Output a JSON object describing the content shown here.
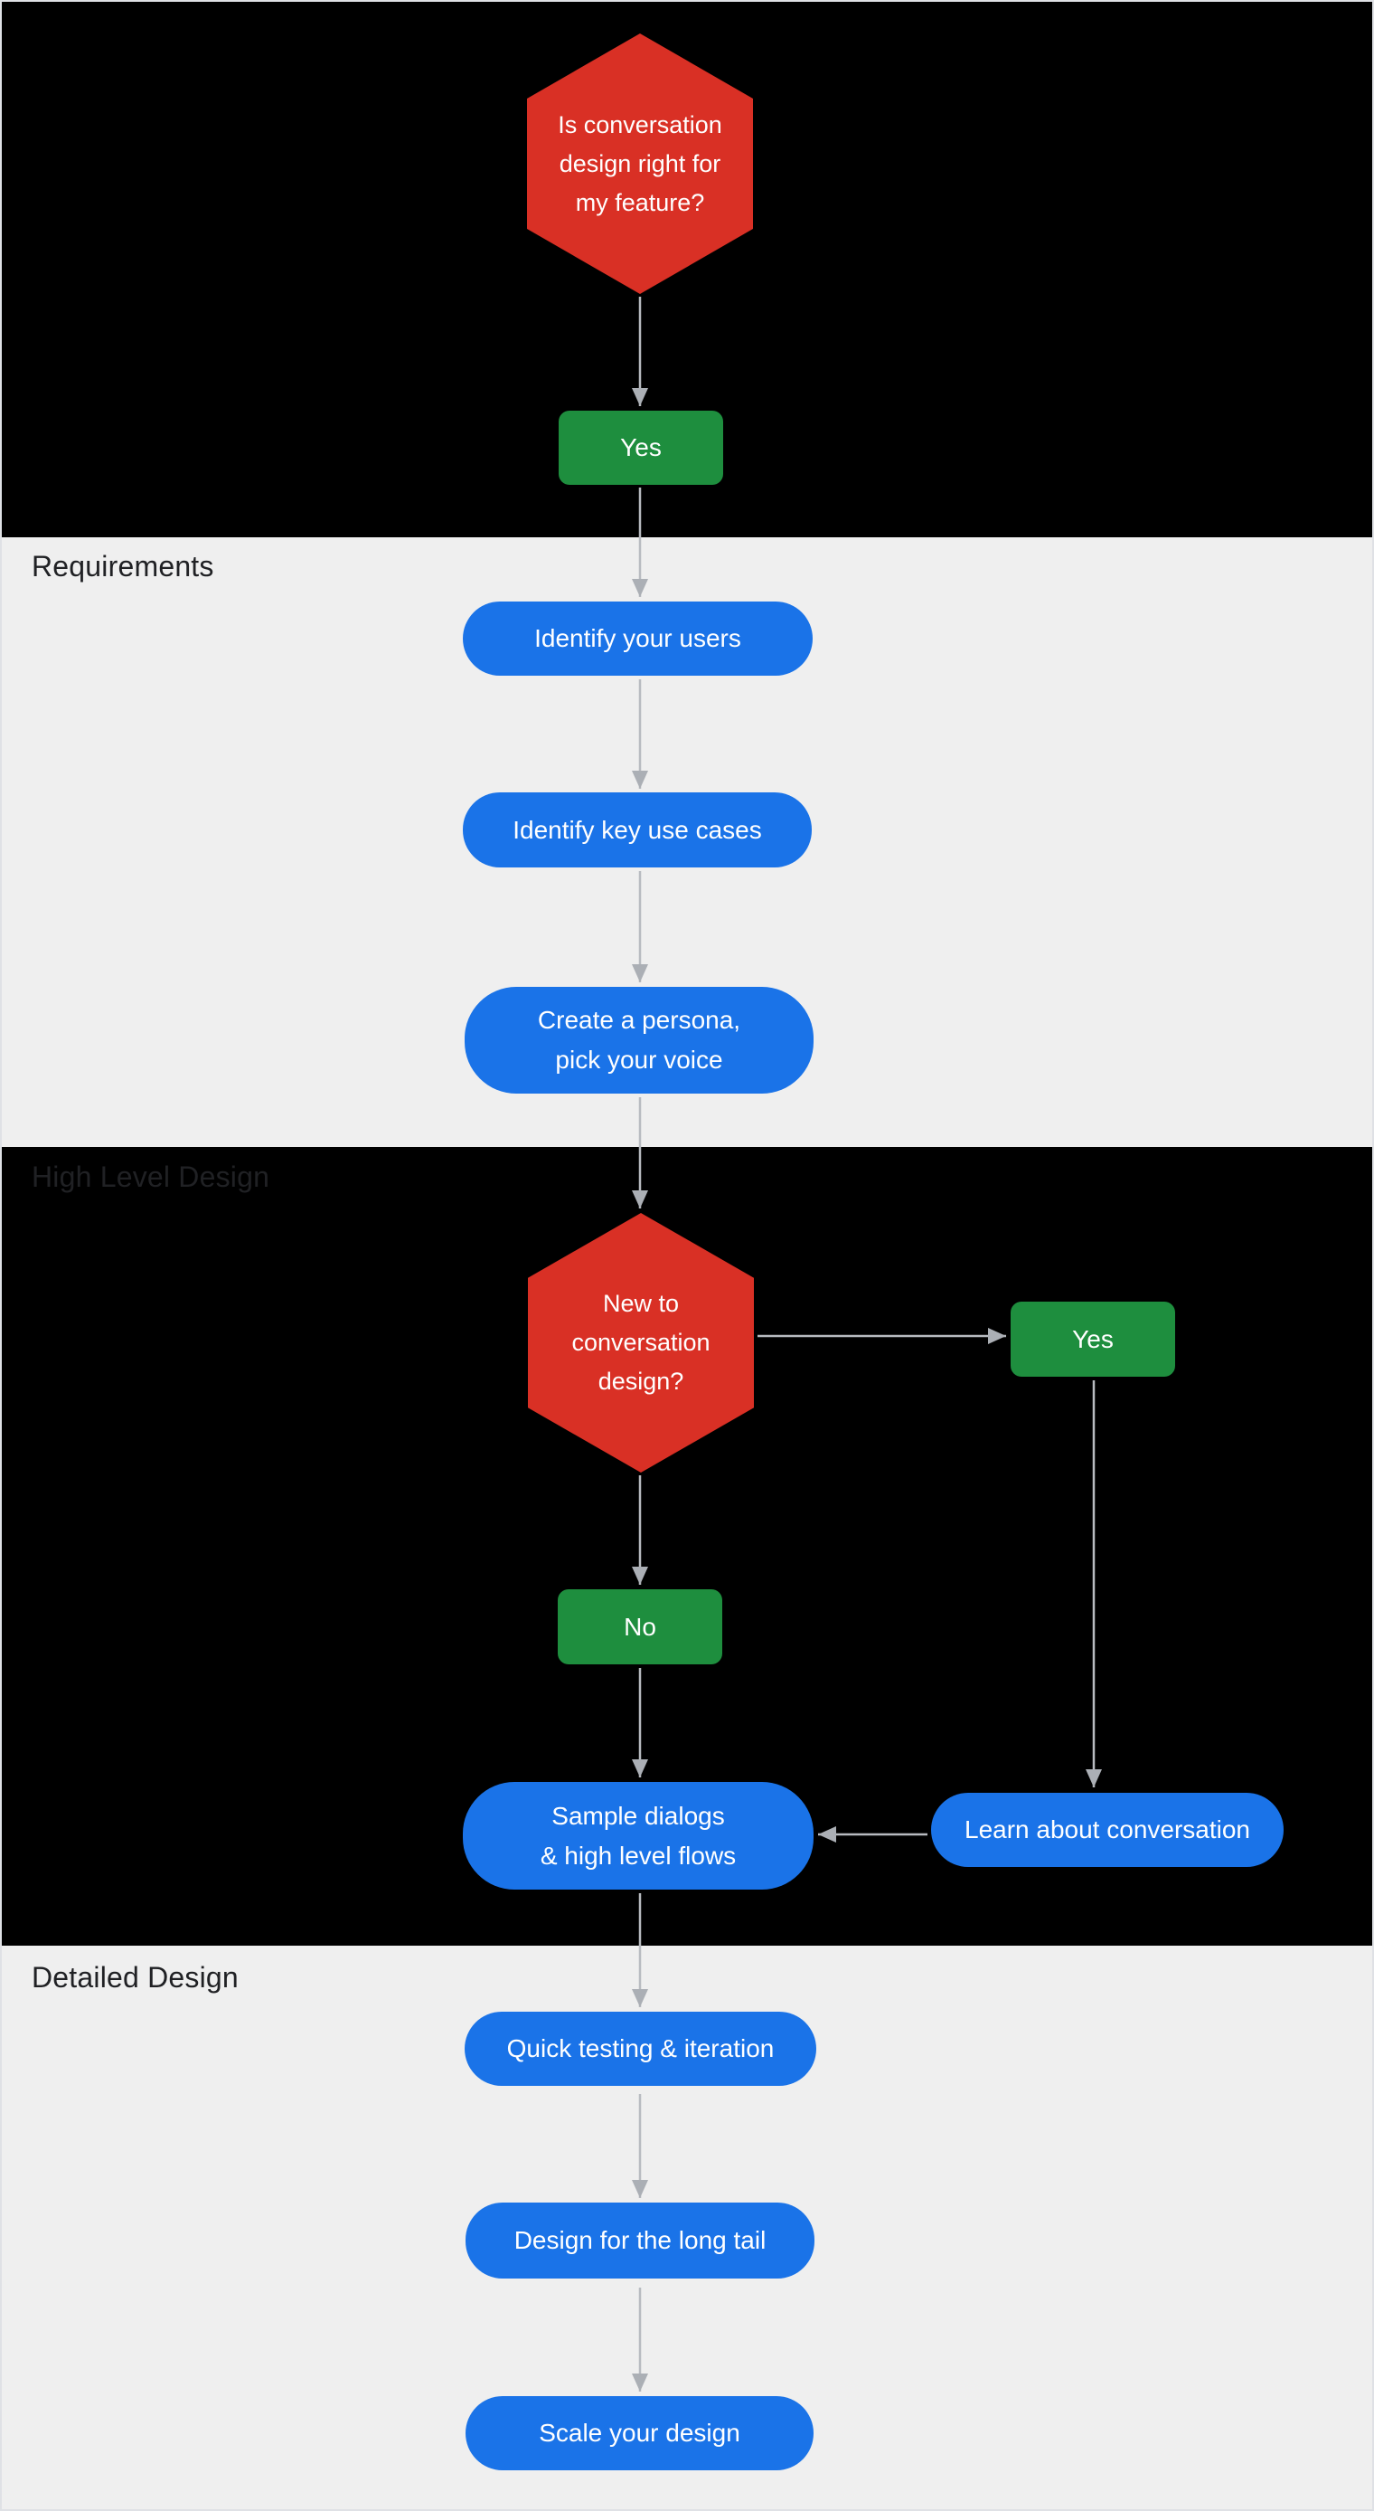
{
  "diagram": {
    "sections": [
      {
        "label": "",
        "theme": "dark"
      },
      {
        "label": "Requirements",
        "theme": "light"
      },
      {
        "label": "High Level Design",
        "theme": "dark"
      },
      {
        "label": "Detailed Design",
        "theme": "light"
      }
    ],
    "nodes": {
      "decision_start": {
        "type": "decision",
        "lines": [
          "Is conversation",
          "design right for",
          "my feature?"
        ]
      },
      "answer_yes_start": {
        "type": "answer",
        "label": "Yes"
      },
      "identify_users": {
        "type": "process",
        "label": "Identify your users"
      },
      "identify_use_cases": {
        "type": "process",
        "label": "Identify key use cases"
      },
      "create_persona": {
        "type": "process",
        "lines": [
          "Create a persona,",
          "pick your voice"
        ]
      },
      "decision_new_to_cd": {
        "type": "decision",
        "lines": [
          "New to",
          "conversation",
          "design?"
        ]
      },
      "answer_yes_new": {
        "type": "answer",
        "label": "Yes"
      },
      "answer_no_new": {
        "type": "answer",
        "label": "No"
      },
      "sample_dialogs": {
        "type": "process",
        "lines": [
          "Sample dialogs",
          "& high level flows"
        ]
      },
      "learn_conversation": {
        "type": "process",
        "label": "Learn about conversation"
      },
      "quick_testing": {
        "type": "process",
        "label": "Quick testing & iteration"
      },
      "design_long_tail": {
        "type": "process",
        "label": "Design for the long tail"
      },
      "scale_design": {
        "type": "process",
        "label": "Scale your design"
      }
    },
    "colors": {
      "decision_fill": "#d93025",
      "process_fill": "#1a73e8",
      "answer_fill": "#1e8e3e",
      "node_text": "#ffffff",
      "section_dark_bg": "#000000",
      "section_light_bg": "#efefef",
      "section_label_text": "#202124",
      "arrow": "#abafb5",
      "arrow_line": "#b8bbc0",
      "border": "#dfe1e5"
    }
  }
}
